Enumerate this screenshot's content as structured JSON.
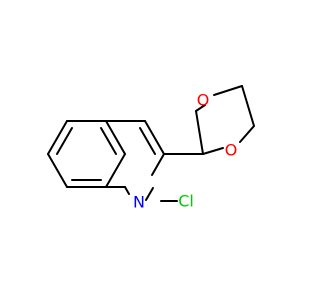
{
  "molecule": {
    "atoms": [
      {
        "id": "o1",
        "symbol": "O",
        "color": "#ff0000"
      },
      {
        "id": "o2",
        "symbol": "O",
        "color": "#ff0000"
      },
      {
        "id": "n1",
        "symbol": "N",
        "color": "#0000ff"
      },
      {
        "id": "cl1",
        "symbol": "Cl",
        "color": "#00cc00"
      }
    ]
  }
}
